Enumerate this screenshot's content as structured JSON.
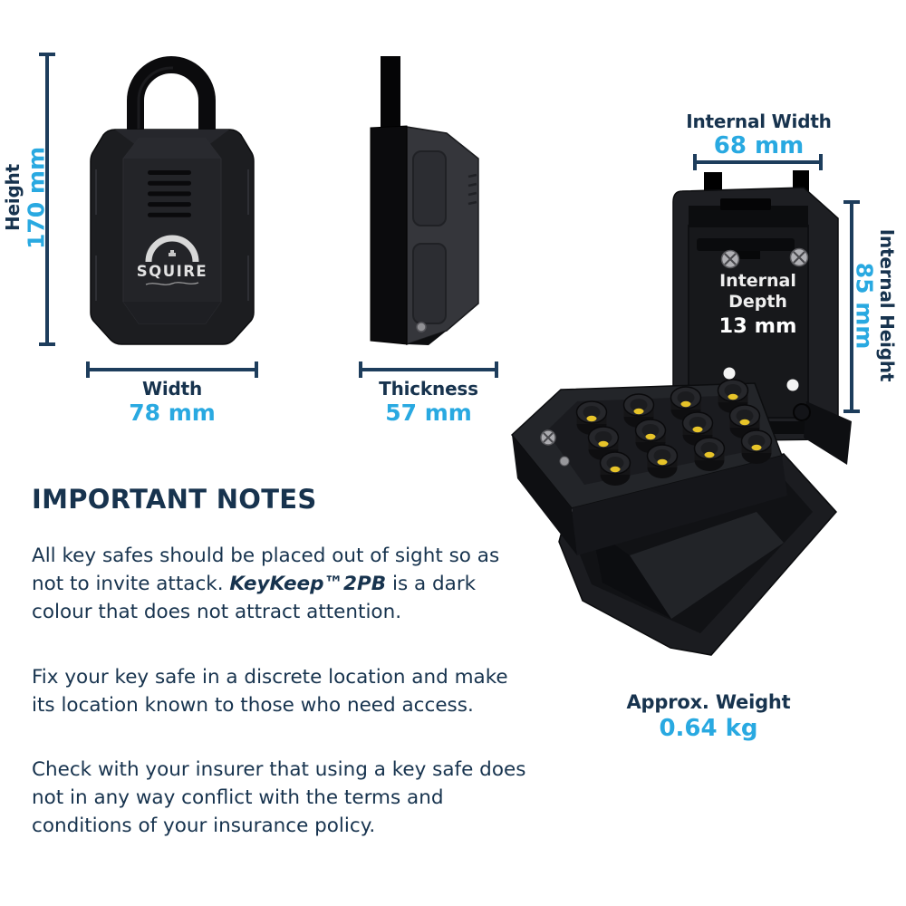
{
  "colors": {
    "navy_text": "#17334e",
    "blue_value": "#29a9e1",
    "dimension_line": "#1d3d5c",
    "body_black": "#1c1d20",
    "button_yellow": "#e7c429",
    "background": "#ffffff"
  },
  "front_view": {
    "height_label": "Height",
    "height_value": "170 mm",
    "width_label": "Width",
    "width_value": "78 mm",
    "brand": "SQUIRE"
  },
  "side_view": {
    "thickness_label": "Thickness",
    "thickness_value": "57 mm"
  },
  "open_view": {
    "internal_width_label": "Internal Width",
    "internal_width_value": "68 mm",
    "internal_height_label": "Internal Height",
    "internal_height_value": "85 mm",
    "internal_depth_label": "Internal Depth",
    "internal_depth_value": "13 mm",
    "weight_label": "Approx. Weight",
    "weight_value": "0.64 kg"
  },
  "notes": {
    "heading": "IMPORTANT NOTES",
    "para1": {
      "pre": "All key safes should be placed out of sight so as not to invite attack. ",
      "product": "KeyKeep™2PB",
      "post": " is a dark colour that does not attract attention."
    },
    "para2": "Fix your key safe in a discrete location and make its location known to those who need access.",
    "para3": "Check with your insurer that using a key safe does not in any way conflict with the terms and conditions of your insurance policy."
  }
}
